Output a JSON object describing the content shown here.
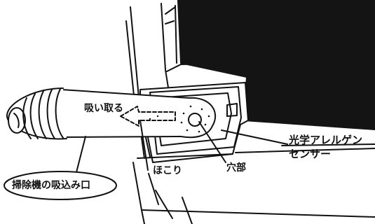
{
  "labels": {
    "suction_action": "吸い取る",
    "dust": "ほこり",
    "hole": "穴部",
    "optical_allergen_sensor_line1": "光学アレルゲン",
    "optical_allergen_sensor_line2": "センサー",
    "vacuum_inlet": "掃除機の吸込み口"
  }
}
